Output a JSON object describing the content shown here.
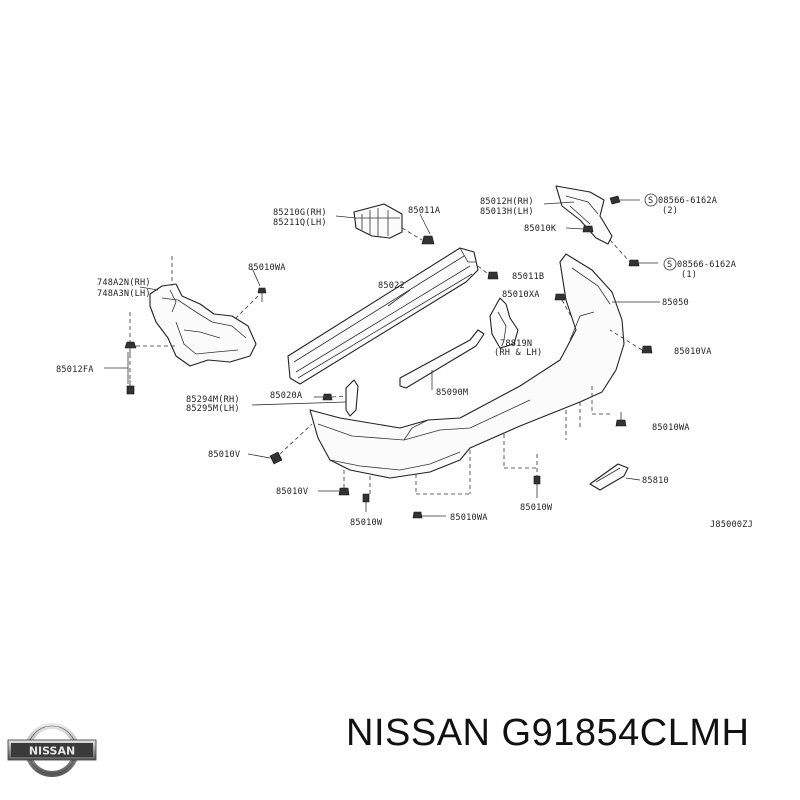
{
  "labels": {
    "l748a2n": "748A2N(RH)",
    "l748a3n": "748A3N(LH)",
    "l85012fa": "85012FA",
    "l85010wa_top": "85010WA",
    "l85210g": "85210G(RH)",
    "l85211q": "85211Q(LH)",
    "l85011a": "85011A",
    "l85012h": "85012H(RH)",
    "l85013h": "85013H(LH)",
    "l85010k": "85010K",
    "s08566_1": "08566-6162A",
    "s08566_1q": "(2)",
    "s08566_2": "08566-6162A",
    "s08566_2q": "(1)",
    "s_mark": "S",
    "l85022": "85022",
    "l85011b": "85011B",
    "l85010xa": "85010XA",
    "l85050": "85050",
    "l78819n": "78819N",
    "l78819n_sub": "(RH & LH)",
    "l85010va": "85010VA",
    "l85294m": "85294M(RH)",
    "l85295m": "85295M(LH)",
    "l85020a": "85020A",
    "l85090m": "85090M",
    "l85010wa_r": "85010WA",
    "l85010v_a": "85010V",
    "l85010v_b": "85010V",
    "l85010w_a": "85010W",
    "l85010wa_b": "85010WA",
    "l85010w_b": "85010W",
    "l85810": "85810",
    "ref": "J85000ZJ"
  },
  "footer": {
    "brand_logo_text": "NISSAN",
    "part_number": "NISSAN G91854CLMH"
  }
}
